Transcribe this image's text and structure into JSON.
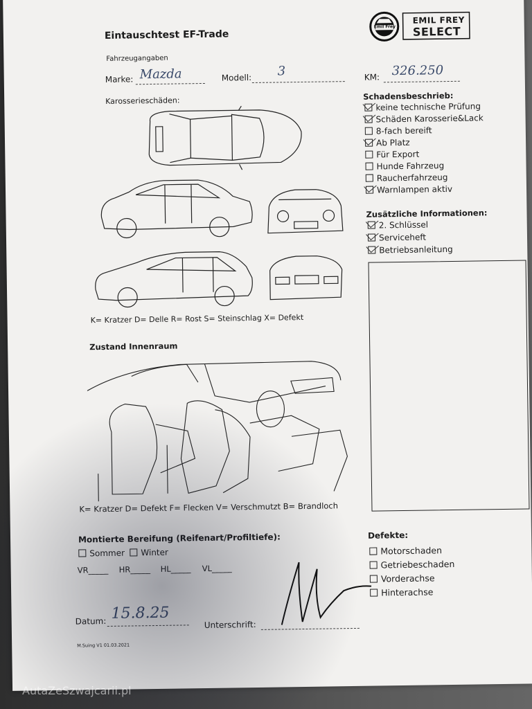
{
  "header": {
    "title": "Eintauschtest EF-Trade",
    "logo_small_text": "Emil Frey",
    "logo_line1": "EMIL FREY",
    "logo_line2": "SELECT"
  },
  "vehicle": {
    "section_label": "Fahrzeugangaben",
    "make_label": "Marke:",
    "make_value": "Mazda",
    "model_label": "Modell:",
    "model_value": "3",
    "km_label": "KM:",
    "km_value": "326.250"
  },
  "body_damage": {
    "label": "Karosserieschäden:",
    "legend": "K= Kratzer D= Delle R= Rost S= Steinschlag X= Defekt"
  },
  "damage_description": {
    "label": "Schadensbeschrieb:",
    "items": [
      {
        "label": "keine technische Prüfung",
        "checked": true
      },
      {
        "label": "Schäden Karosserie&Lack",
        "checked": true
      },
      {
        "label": "8-fach bereift",
        "checked": false
      },
      {
        "label": "Ab Platz",
        "checked": true
      },
      {
        "label": "Für Export",
        "checked": false
      },
      {
        "label": "Hunde Fahrzeug",
        "checked": false
      },
      {
        "label": "Raucherfahrzeug",
        "checked": false
      },
      {
        "label": "Warnlampen aktiv",
        "checked": true
      }
    ]
  },
  "additional_info": {
    "label": "Zusätzliche Informationen:",
    "items": [
      {
        "label": "2. Schlüssel",
        "checked": true
      },
      {
        "label": "Serviceheft",
        "checked": true
      },
      {
        "label": "Betriebsanleitung",
        "checked": true
      }
    ]
  },
  "interior": {
    "label": "Zustand Innenraum",
    "legend": "K= Kratzer D= Defekt F= Flecken V= Verschmutzt B= Brandloch"
  },
  "tires": {
    "label": "Montierte Bereifung (Reifenart/Profiltiefe):",
    "summer": "Sommer",
    "winter": "Winter",
    "positions": [
      "VR_____",
      "HR_____",
      "HL_____",
      "VL_____"
    ]
  },
  "defects": {
    "label": "Defekte:",
    "items": [
      "Motorschaden",
      "Getriebeschaden",
      "Vorderachse",
      "Hinterachse"
    ]
  },
  "footer": {
    "date_label": "Datum:",
    "date_value": "15.8.25",
    "signature_label": "Unterschrift:",
    "version": "M.Suing V1 01.03.2021"
  },
  "watermark": "AutaZeSzwajcarii.pl"
}
